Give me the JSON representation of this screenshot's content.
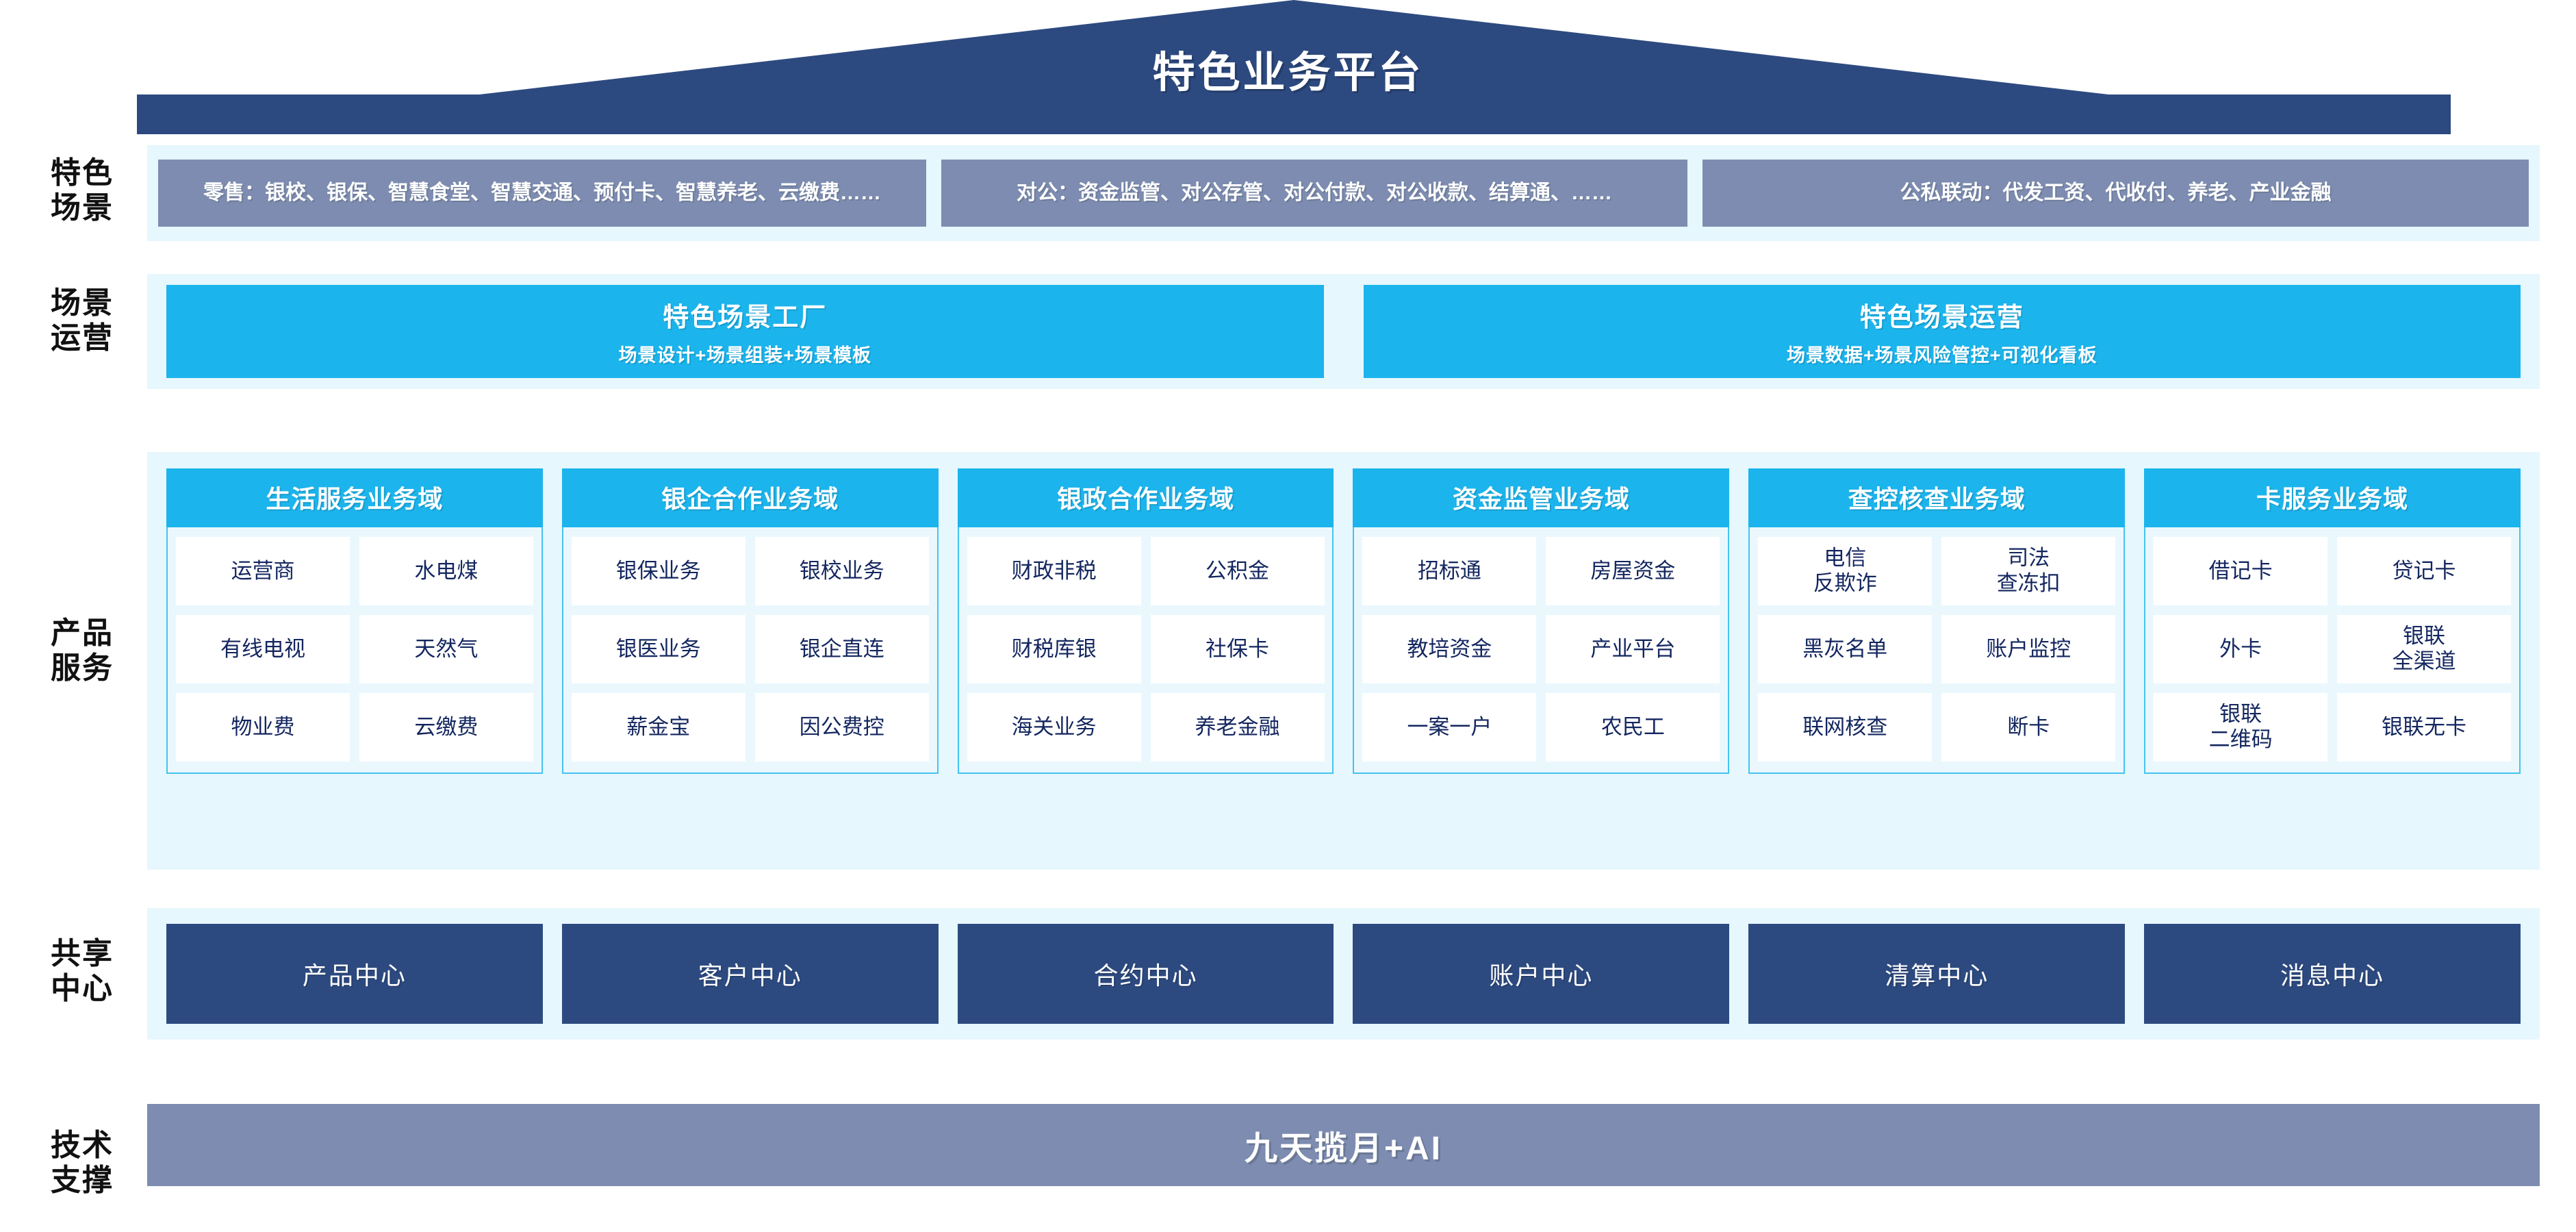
{
  "header": {
    "title": "特色业务平台"
  },
  "rows": {
    "scenario": {
      "label_line1": "特色",
      "label_line2": "场景",
      "boxes": [
        "零售：银校、银保、智慧食堂、智慧交通、预付卡、智慧养老、云缴费……",
        "对公：资金监管、对公存管、对公付款、对公收款、结算通、……",
        "公私联动：代发工资、代收付、养老、产业金融"
      ]
    },
    "operations": {
      "label_line1": "场景",
      "label_line2": "运营",
      "boxes": [
        {
          "title": "特色场景工厂",
          "subtitle": "场景设计+场景组装+场景模板"
        },
        {
          "title": "特色场景运营",
          "subtitle": "场景数据+场景风险管控+可视化看板"
        }
      ]
    },
    "product": {
      "label_line1": "产品",
      "label_line2": "服务",
      "domains": [
        {
          "title": "生活服务业务域",
          "cells": [
            [
              "运营商",
              "水电煤"
            ],
            [
              "有线电视",
              "天然气"
            ],
            [
              "物业费",
              "云缴费"
            ]
          ]
        },
        {
          "title": "银企合作业务域",
          "cells": [
            [
              "银保业务",
              "银校业务"
            ],
            [
              "银医业务",
              "银企直连"
            ],
            [
              "薪金宝",
              "因公费控"
            ]
          ]
        },
        {
          "title": "银政合作业务域",
          "cells": [
            [
              "财政非税",
              "公积金"
            ],
            [
              "财税库银",
              "社保卡"
            ],
            [
              "海关业务",
              "养老金融"
            ]
          ]
        },
        {
          "title": "资金监管业务域",
          "cells": [
            [
              "招标通",
              "房屋资金"
            ],
            [
              "教培资金",
              "产业平台"
            ],
            [
              "一案一户",
              "农民工"
            ]
          ]
        },
        {
          "title": "查控核查业务域",
          "cells": [
            [
              "电信\n反欺诈",
              "司法\n查冻扣"
            ],
            [
              "黑灰名单",
              "账户监控"
            ],
            [
              "联网核查",
              "断卡"
            ]
          ]
        },
        {
          "title": "卡服务业务域",
          "cells": [
            [
              "借记卡",
              "贷记卡"
            ],
            [
              "外卡",
              "银联\n全渠道"
            ],
            [
              "银联\n二维码",
              "银联无卡"
            ]
          ]
        }
      ]
    },
    "shared": {
      "label_line1": "共享",
      "label_line2": "中心",
      "boxes": [
        "产品中心",
        "客户中心",
        "合约中心",
        "账户中心",
        "清算中心",
        "消息中心"
      ]
    },
    "tech": {
      "label_line1": "技术",
      "label_line2": "支撑",
      "text": "九天揽月+AI"
    }
  },
  "colors": {
    "roof_navy": "#2d4a80",
    "band_light": "#e6f7fd",
    "scenario_box": "#7d8cb0",
    "cyan": "#1cb4ec",
    "cyan_border": "#45c3f0",
    "cell_bg": "#ffffff",
    "shared_navy": "#2d4a80",
    "tech_bar": "#7d8cb0",
    "text_navy": "#13265f"
  }
}
